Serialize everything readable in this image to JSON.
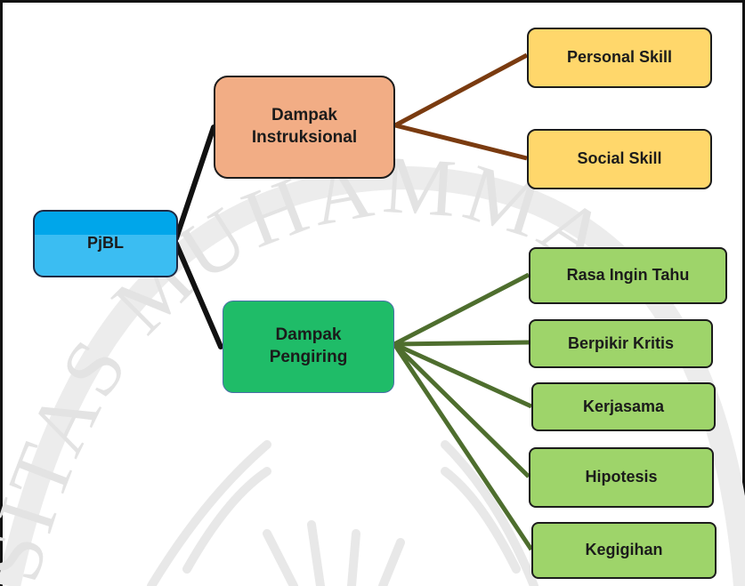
{
  "diagram": {
    "root": {
      "label": "PjBL",
      "color": "#00a6ea"
    },
    "branches": [
      {
        "id": "instruksional",
        "label": "Dampak Instruksional",
        "color": "#f2ad85",
        "leaves": [
          "Personal Skill",
          "Social Skill"
        ],
        "leaf_color": "#ffd76b",
        "connector_color": "#7a3b10"
      },
      {
        "id": "pengiring",
        "label": "Dampak Pengiring",
        "color": "#1fbc68",
        "leaves": [
          "Rasa Ingin Tahu",
          "Berpikir Kritis",
          "Kerjasama",
          "Hipotesis",
          "Kegigihan"
        ],
        "leaf_color": "#9ed46a",
        "connector_color": "#4e6e2e"
      }
    ],
    "root_connector_color": "#111111"
  },
  "watermark": {
    "text": "SITAS MUHAMMA",
    "color": "#e6e6e6"
  }
}
